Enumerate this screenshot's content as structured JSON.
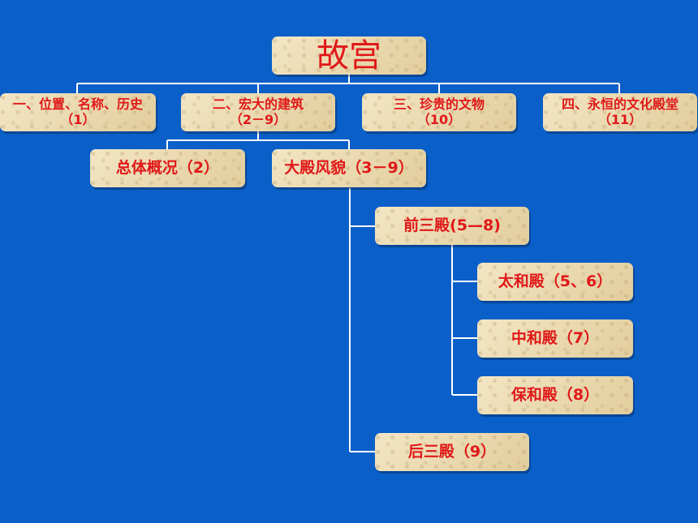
{
  "root": {
    "label": "故宫"
  },
  "level1": [
    {
      "line1": "一、位置、名称、历史",
      "line2": "（1）"
    },
    {
      "line1": "二、宏大的建筑",
      "line2": "（2－9）"
    },
    {
      "line1": "三、珍贵的文物",
      "line2": "（10）"
    },
    {
      "line1": "四、永恒的文化殿堂",
      "line2": "（11）"
    }
  ],
  "level2": [
    {
      "label": "总体概况（2）"
    },
    {
      "label": "大殿风貌（3－9）"
    }
  ],
  "level3": [
    {
      "label": "前三殿(5—8)"
    },
    {
      "label": "后三殿（9）"
    }
  ],
  "level4": [
    {
      "label": "太和殿（5、6）"
    },
    {
      "label": "中和殿（7）"
    },
    {
      "label": "保和殿（8）"
    }
  ],
  "colors": {
    "background": "#0a5fc9",
    "node_fill": "#ecdcb4",
    "text": "#e01818",
    "connector": "#ffffff"
  }
}
